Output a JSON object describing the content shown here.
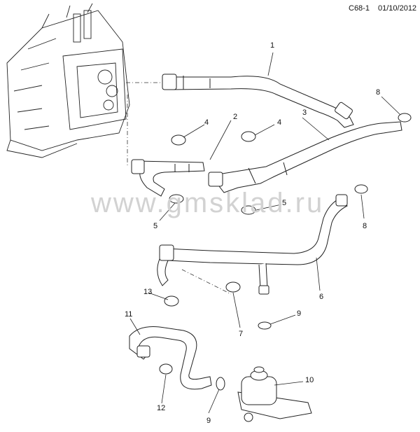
{
  "header": {
    "code": "C68-1",
    "date": "01/10/2012"
  },
  "watermark": "www.gmsklad.ru",
  "callouts": [
    "1",
    "2",
    "3",
    "4",
    "4",
    "5",
    "5",
    "6",
    "7",
    "8",
    "8",
    "9",
    "9",
    "10",
    "11",
    "12",
    "13"
  ]
}
